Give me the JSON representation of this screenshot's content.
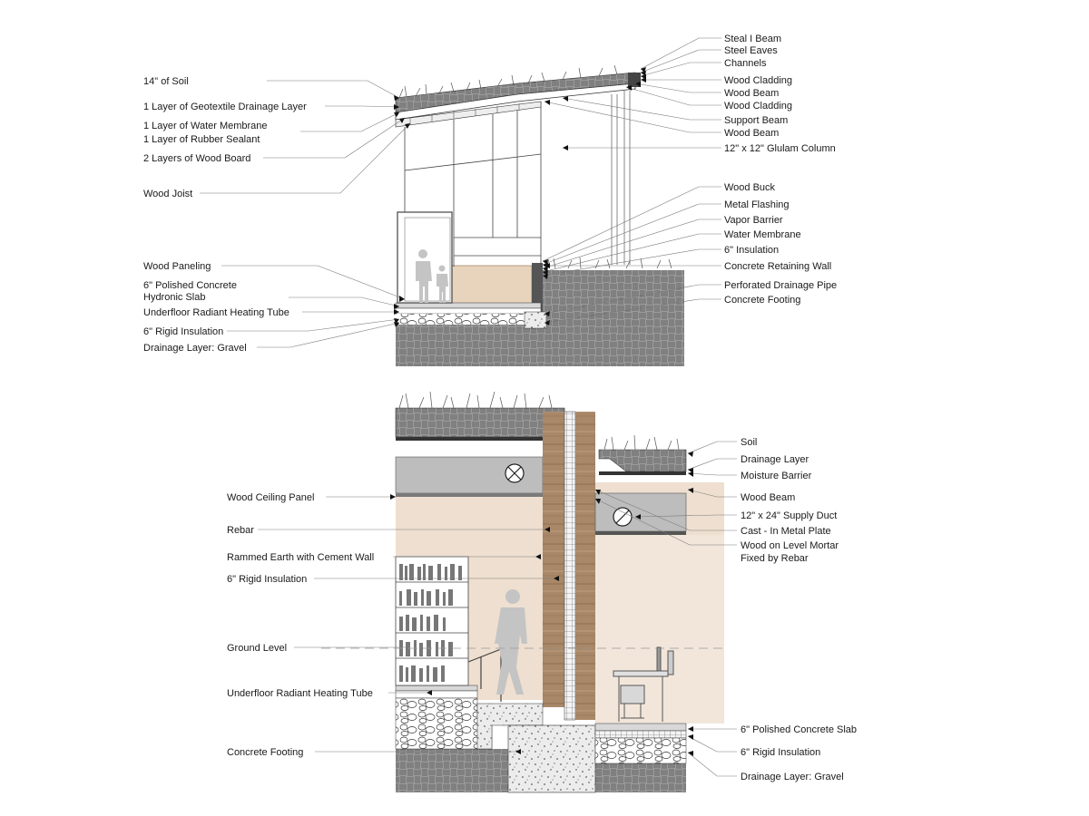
{
  "upper_section": {
    "left_labels": [
      "14\" of Soil",
      "1 Layer of Geotextile Drainage Layer",
      "1 Layer of Water Membrane",
      "1 Layer of Rubber Sealant",
      "2 Layers of Wood Board",
      "Wood Joist",
      "Wood Paneling",
      "6\" Polished Concrete",
      "Hydronic Slab",
      "Underfloor Radiant Heating Tube",
      "6\" Rigid Insulation",
      "Drainage Layer: Gravel"
    ],
    "right_labels": [
      "Steal I Beam",
      "Steel Eaves",
      "Channels",
      "Wood Cladding",
      "Wood Beam",
      "Wood Cladding",
      "Support Beam",
      "Wood Beam",
      "12\" x 12\" Glulam Column",
      "Wood Buck",
      "Metal Flashing",
      "Vapor Barrier",
      "Water Membrane",
      "6\" Insulation",
      "Concrete Retaining Wall",
      "Perforated Drainage Pipe",
      "Concrete Footing"
    ]
  },
  "lower_section": {
    "left_labels": [
      "Wood Ceiling Panel",
      "Rebar",
      "Rammed Earth with Cement Wall",
      "6\" Rigid Insulation",
      "Ground Level",
      "Underfloor Radiant Heating Tube",
      "Concrete Footing"
    ],
    "right_labels": [
      "Soil",
      "Drainage Layer",
      "Moisture Barrier",
      "Wood Beam",
      "12\" x 24\" Supply Duct",
      "Cast - In Metal Plate",
      "Wood on Level Mortar",
      "Fixed by Rebar",
      "6\" Polished Concrete Slab",
      "6\" Rigid Insulation",
      "Drainage Layer: Gravel"
    ]
  },
  "colors": {
    "soil_block": "#8e8e8e",
    "rammed_earth": "#a88868",
    "wood_panel": "#e8d4bc",
    "interior_wall": "#eedfd0",
    "concrete": "#d8d8d8",
    "figure": "#c4c4c4",
    "leader": "#7a7a7a"
  }
}
